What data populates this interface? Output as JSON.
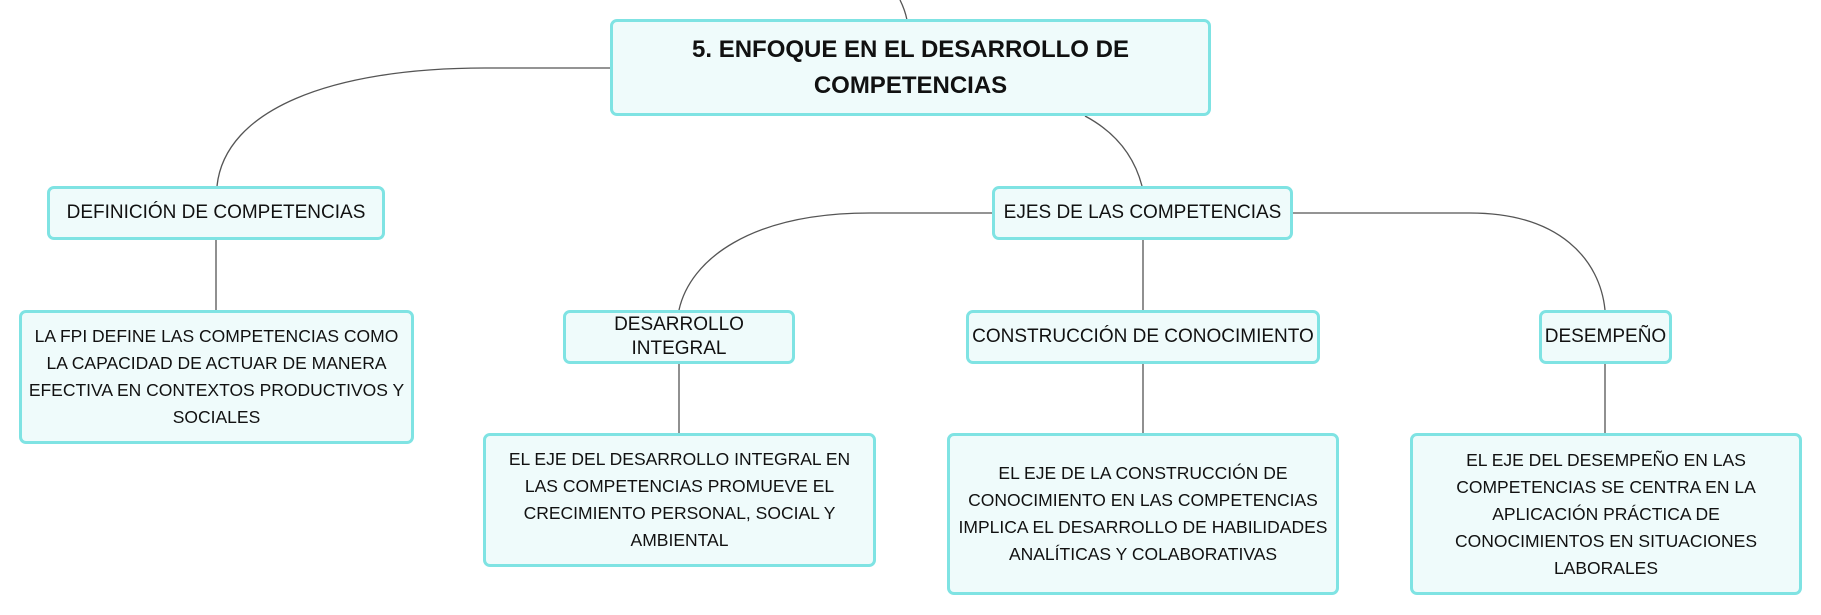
{
  "colors": {
    "node_fill": "#effbfb",
    "node_border": "#7fe3e3",
    "connector": "#555555"
  },
  "root": {
    "title": "5. ENFOQUE EN EL DESARROLLO DE COMPETENCIAS"
  },
  "definition": {
    "title": "DEFINICIÓN DE COMPETENCIAS",
    "text": "LA FPI DEFINE LAS COMPETENCIAS COMO LA CAPACIDAD DE ACTUAR DE MANERA EFECTIVA EN CONTEXTOS PRODUCTIVOS Y SOCIALES"
  },
  "axes": {
    "title": "EJES DE LAS COMPETENCIAS",
    "items": [
      {
        "title": "DESARROLLO INTEGRAL",
        "text": "EL EJE DEL DESARROLLO INTEGRAL EN LAS COMPETENCIAS PROMUEVE EL CRECIMIENTO PERSONAL, SOCIAL Y AMBIENTAL"
      },
      {
        "title": "CONSTRUCCIÓN DE CONOCIMIENTO",
        "text": "EL EJE DE LA CONSTRUCCIÓN DE CONOCIMIENTO EN LAS COMPETENCIAS IMPLICA EL DESARROLLO DE HABILIDADES ANALÍTICAS Y COLABORATIVAS"
      },
      {
        "title": "DESEMPEÑO",
        "text": "EL EJE DEL DESEMPEÑO EN LAS COMPETENCIAS SE CENTRA EN LA APLICACIÓN PRÁCTICA DE CONOCIMIENTOS EN SITUACIONES LABORALES"
      }
    ]
  }
}
